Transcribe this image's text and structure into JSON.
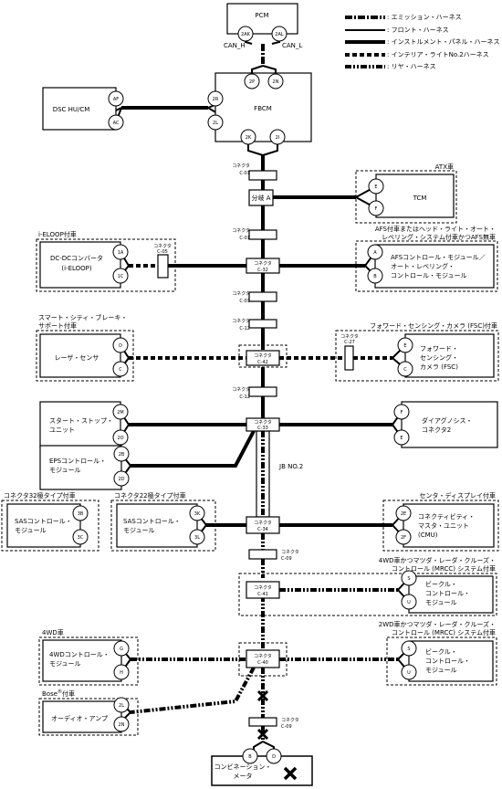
{
  "legend": [
    {
      "style": "emission",
      "label": ": エミッション・ハーネス"
    },
    {
      "style": "front",
      "label": ": フロント・ハーネス"
    },
    {
      "style": "instrument",
      "label": ": インストルメント・パネル・ハーネス"
    },
    {
      "style": "interior",
      "label": ": インテリア・ライトNo.2ハーネス"
    },
    {
      "style": "rear",
      "label": ": リヤ・ハーネス"
    }
  ],
  "modules": {
    "pcm": "PCM",
    "fbcm": "FBCM",
    "dsc": "DSC HU/CM",
    "tcm": "TCM",
    "dcdc": [
      "DC-DCコンバータ",
      "(i-ELOOP)"
    ],
    "afs": [
      "AFSコントロール・モジュール／",
      "オート・レベリング・",
      "コントロール・モジュール"
    ],
    "laser": "レーザ・センサ",
    "fsc": [
      "フォワード・",
      "センシング・",
      "カメラ (FSC)"
    ],
    "startstop": [
      "スタート・ストップ・",
      "ユニット"
    ],
    "diag": [
      "ダイアグノシス・",
      "コネクタ2"
    ],
    "eps": [
      "EPSコントロール・",
      "モジュール"
    ],
    "sas32": [
      "SASコントロール・",
      "モジュール"
    ],
    "sas22": [
      "SASコントロール・",
      "モジュール"
    ],
    "cmu": [
      "コネクティビティ・",
      "マスタ・ユニット",
      "(CMU)"
    ],
    "vcm1": [
      "ビークル・",
      "コントロール・",
      "モジュール"
    ],
    "awd": [
      "4WDコントロール・",
      "モジュール"
    ],
    "vcm2": [
      "ビークル・",
      "コントロール・",
      "モジュール"
    ],
    "audio": "オーディオ・アンプ",
    "combi": [
      "コンビネーション・",
      "メータ"
    ],
    "split": "分岐 A",
    "jb": "JB NO.2"
  },
  "pins": {
    "pcm_h": "2AK",
    "pcm_l": "2AL",
    "fb_p": "2P",
    "fb_n": "2N",
    "fb_r": "2R",
    "fb_l": "2L",
    "fb_k": "2K",
    "fb_i": "2I",
    "dsc_f": "AF",
    "dsc_c": "AC",
    "tcm_e": "E",
    "tcm_f": "F",
    "dc_1a": "1A",
    "dc_1c": "1C",
    "afs_a": "A",
    "afs_b": "B",
    "ls_d": "D",
    "ls_c": "C",
    "fsc_e": "E",
    "fsc_c": "C",
    "ss_2m": "2M",
    "ss_2o": "2O",
    "dg_f": "F",
    "dg_e": "E",
    "eps_2b": "2B",
    "eps_2d": "2D",
    "sas32_3b": "3B",
    "sas32_3c": "3C",
    "sas22_3k": "3K",
    "sas22_3l": "3L",
    "cmu_2e": "2E",
    "cmu_2f": "2F",
    "vcm1_s": "S",
    "vcm1_u": "U",
    "awd_g": "G",
    "awd_h": "H",
    "vcm2_s": "S",
    "vcm2_u": "U",
    "am_2l": "2L",
    "am_2n": "2N",
    "cm_b": "B",
    "cm_d": "D"
  },
  "signals": {
    "can_h": "CAN_H",
    "can_l": "CAN_L"
  },
  "connector_word": "コネクタ",
  "connectors": {
    "c01a": "C-01",
    "c01b": "C-01",
    "c32": "C-32",
    "c05": "C-05",
    "c03": "C-03",
    "c12a": "C-12",
    "c42": "C-42",
    "c27": "C-27",
    "c12b": "C-12",
    "c33": "C-33",
    "c34": "C-34",
    "c09a": "C-09",
    "c41": "C-41",
    "c40": "C-40",
    "c09b": "C-09"
  },
  "conditions": {
    "atx": "ATX車",
    "afs": [
      "AFS付車またはヘッド・ライト・オート・",
      "レベリング・システム付車かつAFS無車"
    ],
    "ieloop": "i-ELOOP付車",
    "scbs": [
      "スマート・シティ・ブレーキ・",
      "サポート付車"
    ],
    "fsc": "フォワード・センシング・カメラ (FSC)付車",
    "c32type": "コネクタ32極タイプ付車",
    "c22type": "コネクタ22極タイプ付車",
    "center": "センタ・ディスプレイ付車",
    "mrcc4wd": [
      "4WD車かつマツダ・レーダ・クルーズ・",
      "コントロール (MRCC) システム付車"
    ],
    "awd": "4WD車",
    "bose": "Bose",
    "bose_suffix": "付車",
    "mrcc2wd": [
      "2WD車かつマツダ・レーダ・クルーズ・",
      "コントロール (MRCC) システム付車"
    ]
  }
}
